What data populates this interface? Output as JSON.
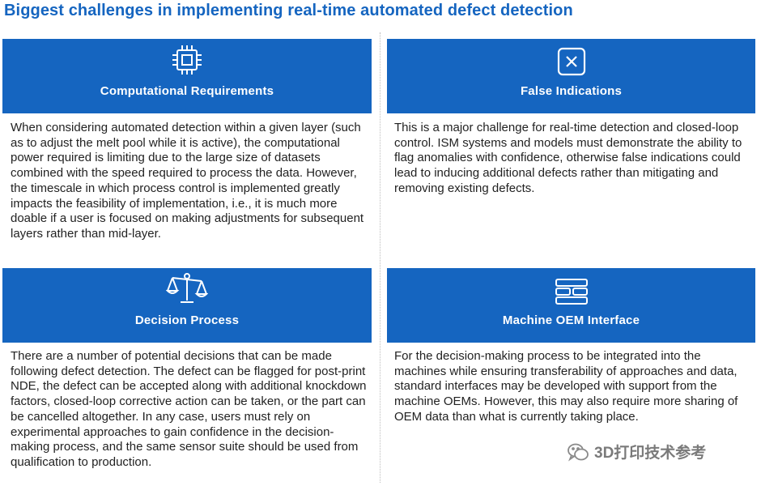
{
  "title": "Biggest challenges in implementing real-time automated defect detection",
  "colors": {
    "accent": "#1565c0",
    "text": "#222222"
  },
  "cards": [
    {
      "heading": "Computational Requirements",
      "icon": "cpu-chip-icon",
      "body": "When considering automated detection within a given layer (such as to adjust the melt pool while it is active), the computational power required is limiting due to the large size of datasets combined with the speed required to process the data. However, the timescale in which process control is implemented greatly impacts the feasibility of implementation, i.e., it is much more doable if a user is focused on making adjustments for subsequent layers rather than mid-layer."
    },
    {
      "heading": "False Indications",
      "icon": "x-box-icon",
      "body": "This is a major challenge for real-time detection and closed-loop control. ISM systems and models must demonstrate the ability to flag anomalies with confidence, otherwise false indications could lead to inducing additional defects rather than mitigating and removing existing defects."
    },
    {
      "heading": "Decision Process",
      "icon": "balance-scale-icon",
      "body": "There are a number of potential decisions that can be made following defect detection. The defect can be flagged for post-print NDE, the defect can be accepted along with additional knockdown factors, closed-loop corrective action can be taken, or the part can be cancelled altogether. In any case, users must rely on experimental approaches to gain confidence in the decision-making process, and the same sensor suite should be used from qualification to production."
    },
    {
      "heading": "Machine OEM Interface",
      "icon": "interface-panels-icon",
      "body": "For the decision-making process to be integrated into the machines while ensuring transferability of approaches and data, standard interfaces may be developed with support from the machine OEMs. However, this may also require more sharing of OEM data than what is currently taking place."
    }
  ],
  "watermark": "3D打印技术参考"
}
